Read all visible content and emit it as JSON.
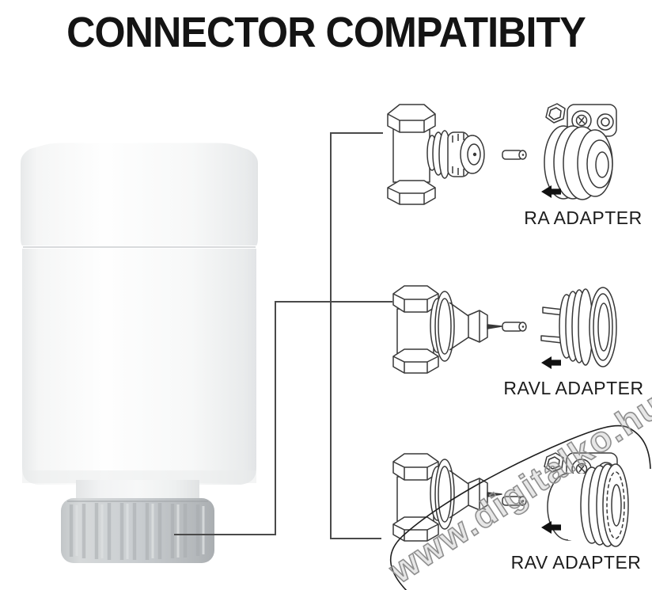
{
  "title": "CONNECTOR COMPATIBITY",
  "adapters": [
    {
      "label": "RA ADAPTER"
    },
    {
      "label": "RAVL ADAPTER"
    },
    {
      "label": "RAV ADAPTER"
    }
  ],
  "watermark": {
    "text": "www.digitalko.hu"
  },
  "graphics": {
    "device_icon": "thermostatic-valve-actuator",
    "row_icons": [
      "ra-valve",
      "ravl-valve",
      "rav-valve"
    ],
    "connector_icon": "adapter-pin",
    "arrow_icon": "left-arrow"
  },
  "colors": {
    "background": "#ffffff",
    "title_text": "#141414",
    "label_text": "#1c1c1c",
    "line_art": "#383838",
    "connector_line": "#4a4a4a",
    "arrow_black": "#111111",
    "device_body": "#fbfcfc",
    "device_shadow": "#e7e9ea",
    "collar_gray": "#c6cacc",
    "watermark_stroke": "#8f8f8f"
  }
}
